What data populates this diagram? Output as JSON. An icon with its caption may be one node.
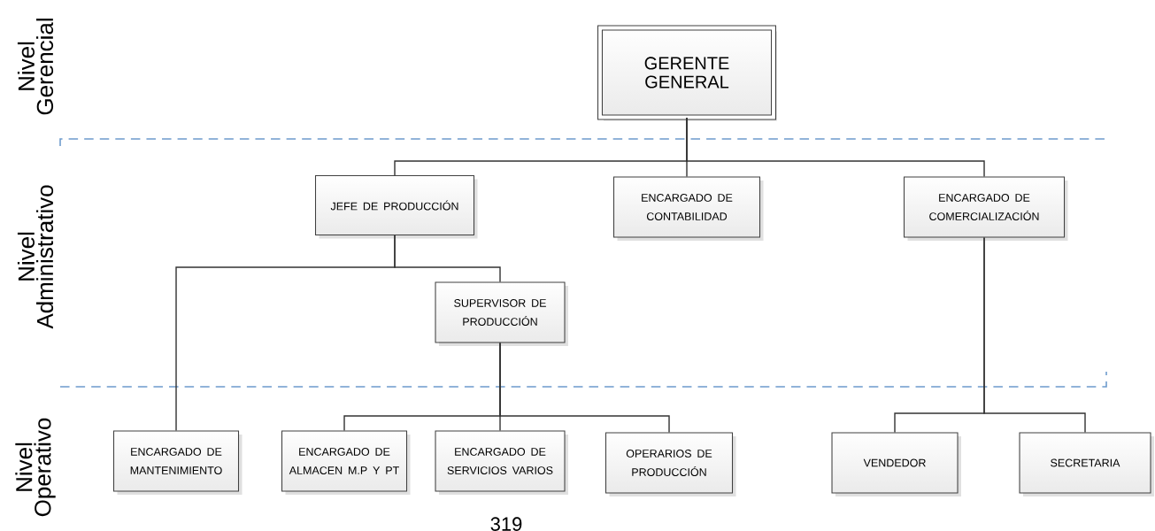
{
  "diagram": {
    "nodes": [
      {
        "text": [
          "GERENTE GENERAL"
        ]
      },
      {
        "text": [
          "JEFE DE PRODUCCIÓN"
        ]
      },
      {
        "text": [
          "ENCARGADO DE CONTABILIDAD"
        ]
      },
      {
        "text": [
          "ENCARGADO DE COMERCIALIZACIÓN"
        ]
      },
      {
        "text": [
          "SUPERVISOR DE PRODUCCIÓN"
        ]
      },
      {
        "text": [
          "ENCARGADO DE MANTENIMIENTO"
        ]
      },
      {
        "text": [
          "ENCARGADO DE ALMACEN M.P Y PT"
        ]
      },
      {
        "text": [
          "ENCARGADO DE SERVICIOS VARIOS"
        ]
      },
      {
        "text": [
          "OPERARIOS DE PRODUCCIÓN"
        ]
      },
      {
        "text": [
          "VENDEDOR"
        ]
      },
      {
        "text": [
          "SECRETARIA"
        ]
      }
    ],
    "edges": [
      {
        "from": 0,
        "to": 1,
        "arrow": "none"
      },
      {
        "from": 0,
        "to": 2,
        "arrow": "none"
      },
      {
        "from": 0,
        "to": 3,
        "arrow": "none"
      },
      {
        "from": 1,
        "to": 5,
        "arrow": "none"
      },
      {
        "from": 1,
        "to": 4,
        "arrow": "none"
      },
      {
        "from": 4,
        "to": 6,
        "arrow": "none"
      },
      {
        "from": 4,
        "to": 7,
        "arrow": "none"
      },
      {
        "from": 4,
        "to": 8,
        "arrow": "none"
      },
      {
        "from": 3,
        "to": 9,
        "arrow": "none"
      },
      {
        "from": 3,
        "to": 10,
        "arrow": "none"
      }
    ],
    "labels": [
      "Nivel Gerencial",
      "Nivel Administrativo",
      "Nivel Operativo",
      "319"
    ]
  }
}
